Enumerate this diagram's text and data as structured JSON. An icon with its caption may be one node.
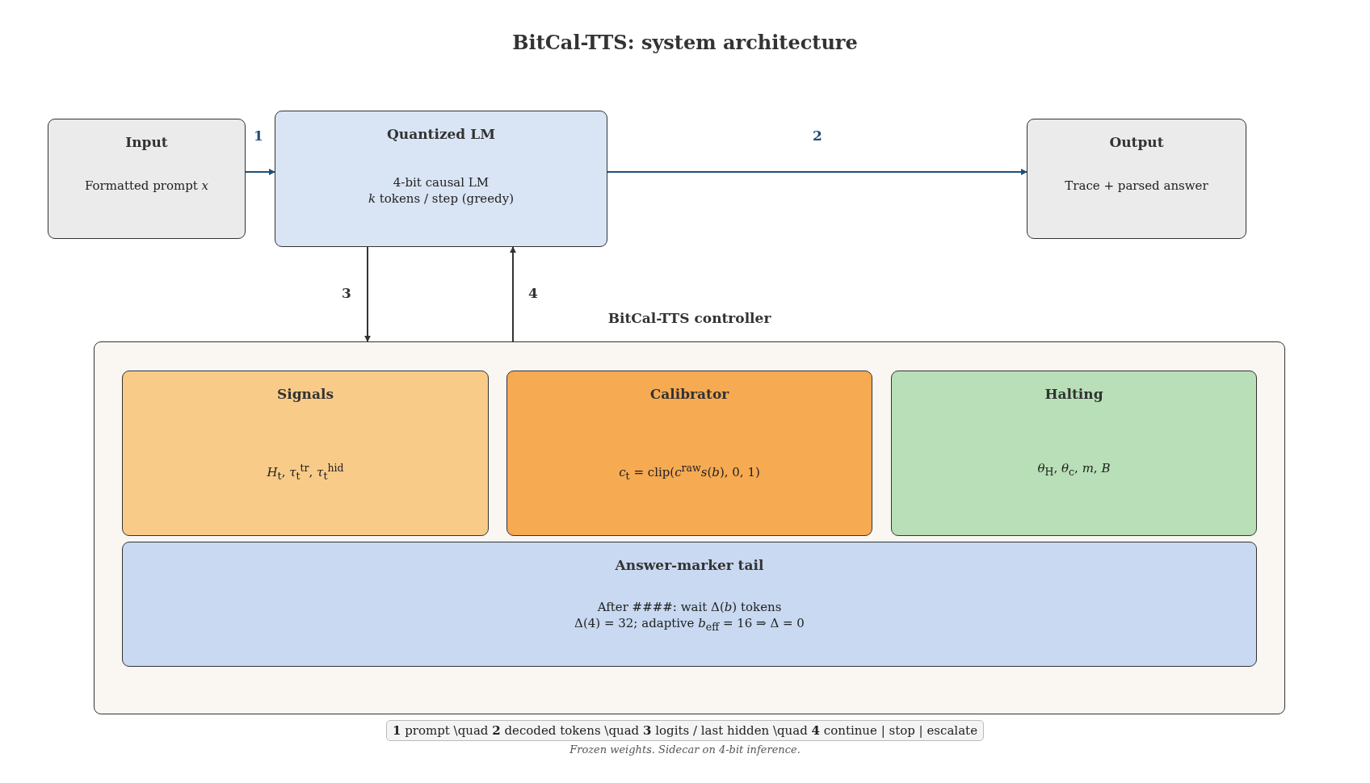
{
  "diagram": {
    "title": "BitCal-TTS: system architecture",
    "caption": "Frozen weights. Sidecar on 4-bit inference.",
    "nodes": [
      {
        "text": [
          "Input",
          "Formatted prompt *x*"
        ]
      },
      {
        "text": [
          "Quantized LM",
          "4-bit causal LM",
          "*k* tokens / step (greedy)"
        ]
      },
      {
        "text": [
          "Output",
          "Trace + parsed answer"
        ]
      },
      {
        "text": [
          "BitCal-TTS controller"
        ]
      },
      {
        "text": [
          "Signals",
          "*H*$_{t}$, *τ*$_{t}$$^{tr}$, *τ*$_{t}$$^{hid}$"
        ],
        "in": 3
      },
      {
        "text": [
          "Calibrator",
          "*c*$_{t}$ = clip(*c*$^{raw}$*s*(*b*), 0, 1)"
        ],
        "in": 3
      },
      {
        "text": [
          "Halting",
          "*θ*$_{H}$, *θ*$_{c}$, *m*, *B*"
        ],
        "in": 3
      },
      {
        "text": [
          "Answer-marker tail",
          "After ####: wait Δ(*b*) tokens",
          "Δ(4) = 32; adaptive *b*$_{eff}$ = 16 ⇒ Δ = 0"
        ],
        "in": 3
      }
    ],
    "edges": [
      {
        "from": 0,
        "to": 1,
        "arrow": "to",
        "label": "1",
        "color": "#1f4e79"
      },
      {
        "from": 1,
        "to": 2,
        "arrow": "to",
        "label": "2",
        "color": "#1f4e79"
      },
      {
        "from": 1,
        "to": 3,
        "arrow": "to",
        "label": "3"
      },
      {
        "from": 3,
        "to": 1,
        "arrow": "to",
        "label": "4"
      }
    ],
    "labels": [
      "**1** prompt \\quad **2** decoded tokens \\quad **3** logits / last hidden \\quad **4** continue | stop | escalate"
    ]
  }
}
